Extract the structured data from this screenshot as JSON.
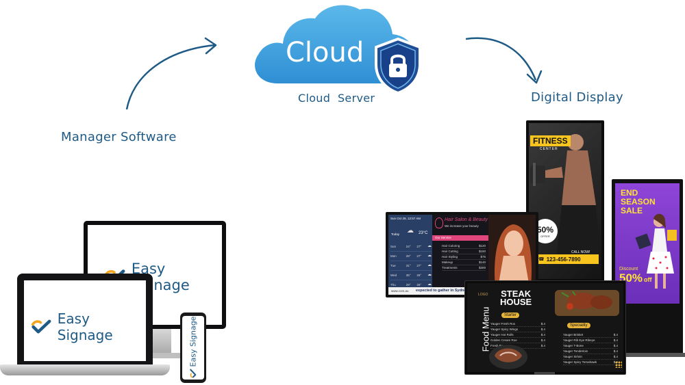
{
  "cloud": {
    "word": "Cloud",
    "caption": "Cloud  Server"
  },
  "labels": {
    "manager": "Manager Software",
    "display": "Digital Display"
  },
  "devices": {
    "brand": "Easy Signage"
  },
  "fitness": {
    "title": "FITNESS",
    "subtitle": "CENTER",
    "offer_value": "50%",
    "offer_label": "OFFER",
    "call": "CALL NOW!",
    "phone": "123-456-7890"
  },
  "sale": {
    "line1": "END",
    "line2": "SEASON",
    "line3": "SALE",
    "discount_label": "Discount",
    "discount_value": "50%",
    "discount_suffix": "off"
  },
  "salon": {
    "date": "Sun Oct 29, 12:57 AM",
    "today": "Today",
    "today_temp": "23°C",
    "forecast": [
      {
        "day": "Sun",
        "hi": "24°",
        "lo": "27°"
      },
      {
        "day": "Mon",
        "hi": "29°",
        "lo": "27°"
      },
      {
        "day": "Tue",
        "hi": "31°",
        "lo": "27°"
      },
      {
        "day": "Wed",
        "hi": "35°",
        "lo": "26°"
      },
      {
        "day": "Thu",
        "hi": "29°",
        "lo": "26°"
      }
    ],
    "name": "Hair Salon & Beauty",
    "tagline": "We increase your beauty",
    "service_header": "Our Service",
    "services": [
      {
        "name": "Hair Coloring",
        "price": "$120"
      },
      {
        "name": "Hair Cutting",
        "price": "$150"
      },
      {
        "name": "Hair Styling",
        "price": "$75"
      },
      {
        "name": "Makeup",
        "price": "$140"
      },
      {
        "name": "Treatments",
        "price": "$300"
      }
    ],
    "ticker": "expected to gather in Sydney and Melb",
    "url": "www.com.au"
  },
  "menu": {
    "logo": "LOGO",
    "side": "Food Menu",
    "title1": "STEAK",
    "title2": "HOUSE",
    "starter": "Starter",
    "speciality": "Speciality",
    "starter_items": [
      "Yauger Fresh Ros",
      "Yauger Spicy Wings",
      "Yauger Hot Rolls",
      "Golden Cream Roe",
      "Fresh Ros"
    ],
    "starter_prices": [
      "$.4",
      "$.4",
      "$.4",
      "$.4",
      "$.4"
    ],
    "special_items": [
      "Yauger Brisket",
      "Yauger Rib Eye Ribeye",
      "Yauger T-Bone",
      "Yauger Tenderloin",
      "Yauger Sirloin",
      "Yauger Spicy Tomahawk"
    ],
    "special_prices": [
      "$.4",
      "$.4",
      "$.4",
      "$.4",
      "$.4",
      "$.4"
    ]
  },
  "colors": {
    "brand_blue": "#1e5a86",
    "cloud_blue": "#4fa8e0",
    "salon_pink": "#e0467c",
    "fitness_yellow": "#f7c51e",
    "sale_purple": "#8a3fd1"
  }
}
